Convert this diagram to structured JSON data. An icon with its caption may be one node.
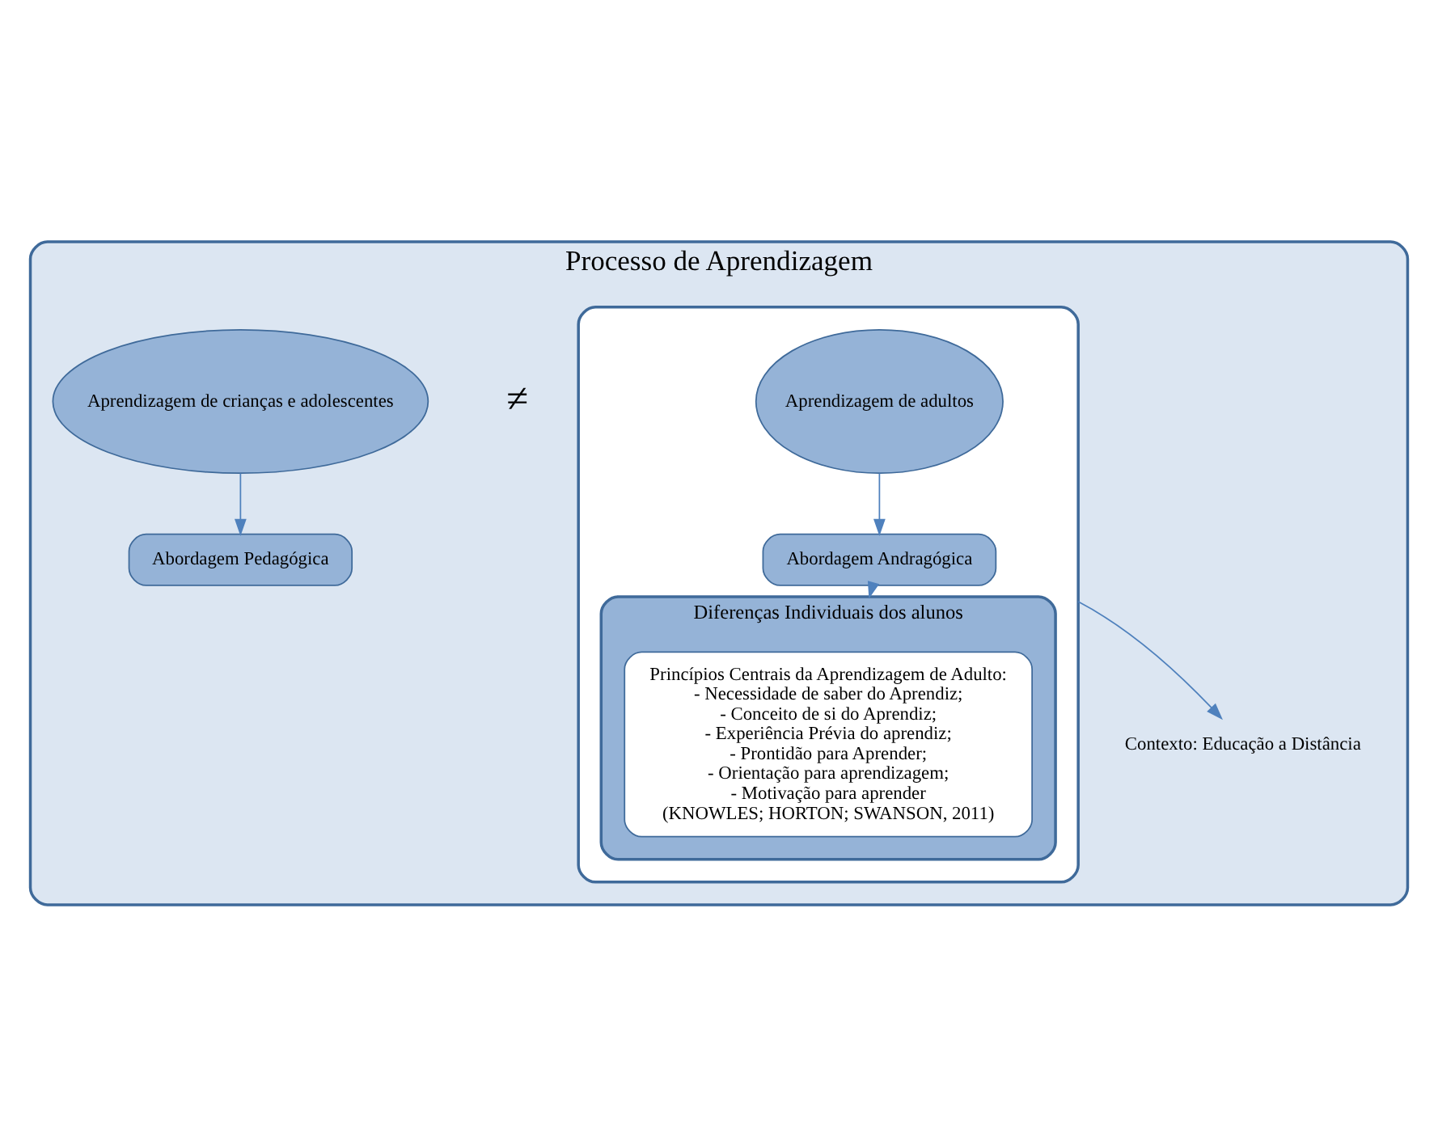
{
  "diagram": {
    "nodes": [
      {
        "text": [
          "Processo de Aprendizagem"
        ]
      },
      {
        "text": [
          "Aprendizagem de crianças e adolescentes"
        ],
        "in": 0
      },
      {
        "text": [
          "Abordagem Pedagógica"
        ],
        "in": 0
      },
      {
        "text": [],
        "shape": "box",
        "in": 0
      },
      {
        "text": [
          "Aprendizagem de adultos"
        ],
        "in": 3
      },
      {
        "text": [
          "Abordagem Andragógica"
        ],
        "in": 3
      },
      {
        "text": [
          "Diferenças Individuais dos alunos"
        ],
        "in": 3
      },
      {
        "text": [
          "Princípios Centrais da Aprendizagem de Adulto:",
          "- Necessidade de saber do Aprendiz;",
          "- Conceito de si do Aprendiz;",
          "- Experiência Prévia do aprendiz;",
          "- Prontidão para Aprender;",
          "- Orientação para aprendizagem;",
          "- Motivação para aprender",
          "(KNOWLES; HORTON; SWANSON, 2011)"
        ],
        "in": 6
      },
      {
        "text": [
          "Contexto: Educação a Distância"
        ],
        "in": 0
      }
    ],
    "edges": [
      {
        "from": 1,
        "to": 2,
        "arrow": "to"
      },
      {
        "from": 4,
        "to": 5,
        "arrow": "to"
      },
      {
        "from": 5,
        "to": 6,
        "arrow": "to"
      },
      {
        "from": 3,
        "to": 8,
        "arrow": "to"
      }
    ],
    "labels": [
      "≠"
    ]
  }
}
